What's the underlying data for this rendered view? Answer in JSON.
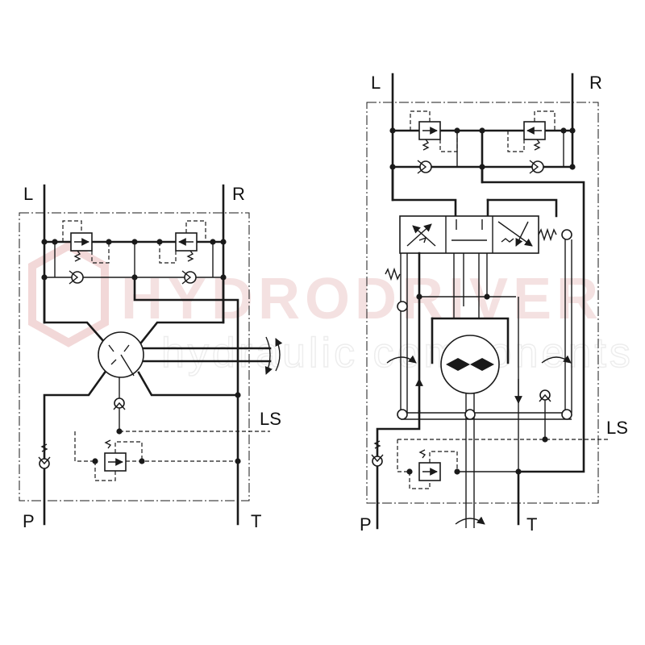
{
  "watermark": {
    "brand": "HYDRODRIVER",
    "tagline": "hydraulic components"
  },
  "left_circuit": {
    "ports": {
      "L": "L",
      "R": "R",
      "P": "P",
      "T": "T",
      "LS": "LS"
    }
  },
  "right_circuit": {
    "ports": {
      "L": "L",
      "R": "R",
      "P": "P",
      "T": "T",
      "LS": "LS"
    }
  },
  "colors": {
    "line": "#1a1a1a",
    "watermark": "#f3dede"
  }
}
